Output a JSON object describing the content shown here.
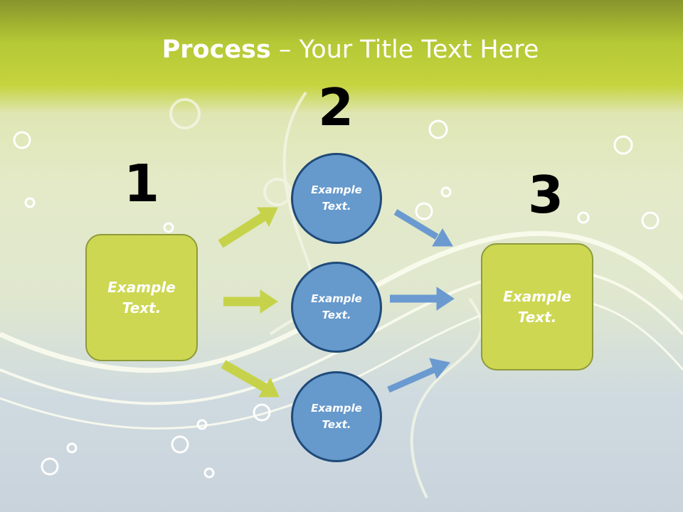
{
  "title": {
    "bold": "Process",
    "rest": " – Your Title Text Here"
  },
  "steps": [
    {
      "number": "1",
      "line1": "Example",
      "line2": "Text."
    },
    {
      "number": "2",
      "items": [
        {
          "line1": "Example",
          "line2": "Text."
        },
        {
          "line1": "Example",
          "line2": "Text."
        },
        {
          "line1": "Example",
          "line2": "Text."
        }
      ]
    },
    {
      "number": "3",
      "line1": "Example",
      "line2": "Text."
    }
  ],
  "colors": {
    "green": "#cdd752",
    "blue": "#6699cc",
    "green_arrow": "#c6d34a",
    "blue_arrow": "#6a9ad0"
  }
}
